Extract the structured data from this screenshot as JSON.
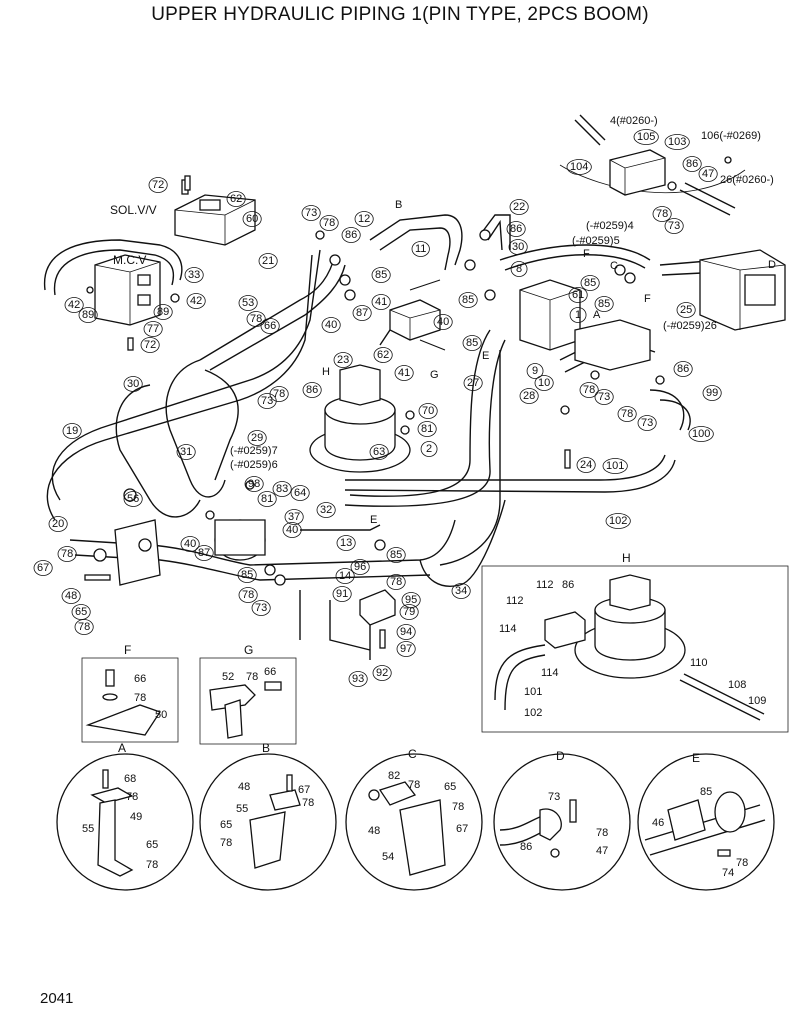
{
  "title": "UPPER HYDRAULIC PIPING 1(PIN TYPE, 2PCS BOOM)",
  "page_number": "2041",
  "main_labels": {
    "sol_vv": "SOL.V/V",
    "mcv": "M.C.V",
    "p72a": "72",
    "p62": "62",
    "p60": "60",
    "p73a": "73",
    "p78a": "78",
    "p12": "12",
    "pB": "B",
    "p22": "22",
    "p86a": "86",
    "p86b": "86",
    "p30a": "30",
    "p11": "11",
    "p21": "21",
    "p85a": "85",
    "p33": "33",
    "p42a": "42",
    "p42b": "42",
    "p89a": "89",
    "p89b": "89",
    "p77": "77",
    "p72b": "72",
    "p53": "53",
    "p78b": "78",
    "p66": "66",
    "p41a": "41",
    "p87a": "87",
    "p40a": "40",
    "p40b": "40",
    "p23": "23",
    "p62b": "62",
    "p41b": "41",
    "pH": "H",
    "pG": "G",
    "p86c": "86",
    "p70": "70",
    "p81a": "81",
    "p63": "63",
    "p2": "2",
    "p30b": "30",
    "p78c": "78",
    "p73b": "73",
    "p19": "19",
    "p31": "31",
    "p29": "29",
    "p7": "(-#0259)7",
    "p6": "(-#0259)6",
    "p27": "27",
    "p28": "28",
    "p24": "24",
    "p101a": "101",
    "p102a": "102",
    "p56": "56",
    "p98": "98",
    "p81b": "81",
    "p83": "83",
    "p64": "64",
    "p37": "37",
    "p40c": "40",
    "p32": "32",
    "p20": "20",
    "p40d": "40",
    "p87b": "87",
    "pE": "E",
    "p85b": "85",
    "p13": "13",
    "p14": "14",
    "p96": "96",
    "p78d": "78",
    "p67a": "67",
    "p48a": "48",
    "p65a": "65",
    "p78e": "78",
    "p85c": "85",
    "p78f": "78",
    "p73c": "73",
    "p91": "91",
    "p95": "95",
    "p79": "79",
    "p94": "94",
    "p97": "97",
    "p93": "93",
    "p92": "92",
    "p34": "34",
    "p4top": "4(#0260-)",
    "p105": "105",
    "p103": "103",
    "p106": "106(-#0269)",
    "p104": "104",
    "p86d": "86",
    "p47": "47",
    "p26top": "26(#0260-)",
    "p78g": "78",
    "p73d": "73",
    "p4b": "(-#0259)4",
    "p5b": "(-#0259)5",
    "p8": "8",
    "p85d": "85",
    "p61": "61",
    "pF": "F",
    "pC": "C",
    "pD": "D",
    "p25": "25",
    "p26b": "(-#0259)26",
    "p1": "1",
    "pA": "A",
    "p85e": "85",
    "p85f": "85",
    "p9": "9",
    "p10": "10",
    "p78h": "78",
    "p73e": "73",
    "p86e": "86",
    "p99": "99",
    "p78i": "78",
    "p73f": "73",
    "p100": "100",
    "p85g": "85",
    "pE2": "E"
  },
  "detail_h": {
    "title": "H",
    "labels": [
      "112",
      "86",
      "112",
      "114",
      "114",
      "110",
      "108",
      "109",
      "101",
      "102"
    ]
  },
  "detail_f": {
    "title": "F",
    "labels": [
      "66",
      "78",
      "50"
    ]
  },
  "detail_g": {
    "title": "G",
    "labels": [
      "52",
      "78",
      "66"
    ]
  },
  "detail_a": {
    "title": "A",
    "labels": [
      "68",
      "78",
      "49",
      "55",
      "65",
      "78"
    ]
  },
  "detail_b": {
    "title": "B",
    "labels": [
      "48",
      "67",
      "78",
      "55",
      "65",
      "78"
    ]
  },
  "detail_c": {
    "title": "C",
    "labels": [
      "82",
      "78",
      "65",
      "78",
      "48",
      "67",
      "54"
    ]
  },
  "detail_d": {
    "title": "D",
    "labels": [
      "73",
      "78",
      "86",
      "47"
    ]
  },
  "detail_e": {
    "title": "E",
    "labels": [
      "85",
      "46",
      "78",
      "74"
    ]
  }
}
